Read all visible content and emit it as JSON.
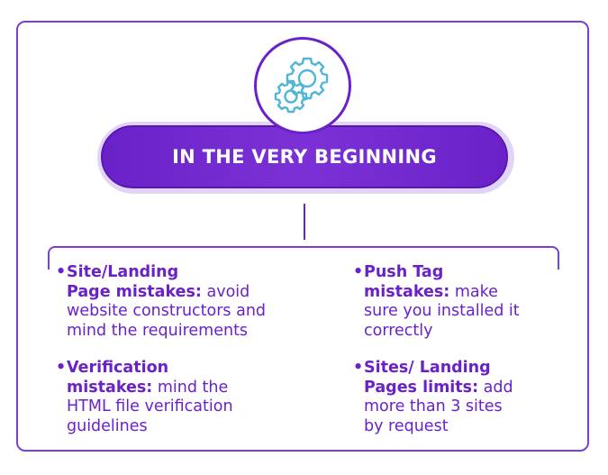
{
  "header": {
    "title": "IN THE VERY BEGINNING",
    "icon": "gears-icon"
  },
  "colors": {
    "primary": "#6a22c8",
    "gear": "#4fb6d6",
    "background": "#ffffff"
  },
  "items": [
    {
      "bullet": "•",
      "lead_line1": "Site/Landing",
      "lead_line2": "Page mistakes:",
      "rest_inline": " avoid",
      "rest_lines": [
        "website constructors and",
        "mind the requirements"
      ]
    },
    {
      "bullet": "•",
      "lead_line1": "Push Tag",
      "lead_line2": "mistakes:",
      "rest_inline": " make",
      "rest_lines": [
        "sure you installed it",
        "correctly"
      ]
    },
    {
      "bullet": "•",
      "lead_line1": "Verification",
      "lead_line2": "mistakes:",
      "rest_inline": " mind the",
      "rest_lines": [
        "HTML file verification",
        "guidelines"
      ]
    },
    {
      "bullet": "•",
      "lead_line1": "Sites/ Landing",
      "lead_line2": "Pages limits:",
      "rest_inline": " add",
      "rest_lines": [
        "more than 3 sites",
        "by request"
      ]
    }
  ]
}
